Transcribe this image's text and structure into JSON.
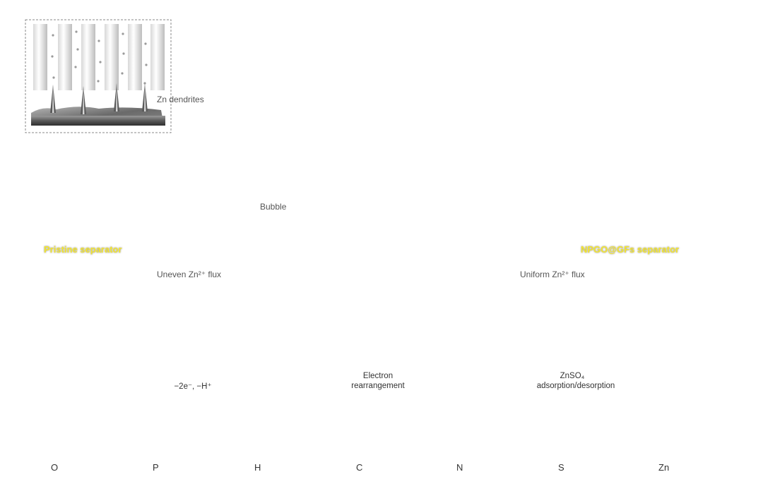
{
  "labels": {
    "zn_dendrites": "Zn dendrites",
    "bubble": "Bubble",
    "pristine_separator": "Pristine separator",
    "uneven_flux": "Uneven Zn²⁺ flux",
    "npgo_separator": "NPGO@GFs separator",
    "uniform_flux": "Uniform Zn²⁺ flux"
  },
  "mechanism": {
    "step1": "−2e⁻, −H⁺",
    "step2_line1": "Electron",
    "step2_line2": "rearrangement",
    "step3_line1": "ZnSO₄",
    "step3_line2": "adsorption/desorption"
  },
  "legend": [
    {
      "symbol": "O",
      "color": "#d9706b"
    },
    {
      "symbol": "P",
      "color": "#d39a3c"
    },
    {
      "symbol": "H",
      "color": "#a9d4d0"
    },
    {
      "symbol": "C",
      "color": "#6d6d6d"
    },
    {
      "symbol": "N",
      "color": "#8c62d2"
    },
    {
      "symbol": "S",
      "color": "#c9b46c"
    },
    {
      "symbol": "Zn",
      "color": "#4c9ccd"
    }
  ]
}
